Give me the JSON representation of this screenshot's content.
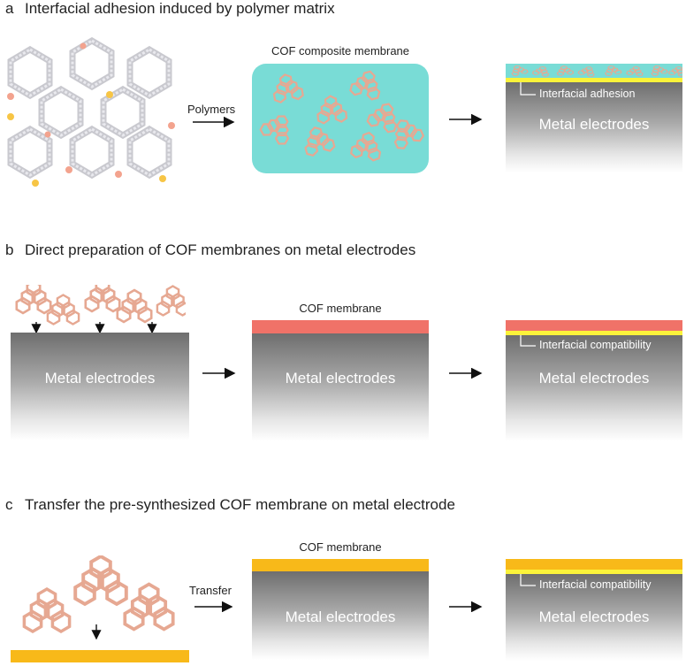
{
  "panel_a": {
    "letter": "a",
    "title": "Interfacial adhesion induced by polymer matrix",
    "arrow1_label": "Polymers",
    "composite_label": "COF composite membrane",
    "interface_label": "Interfacial adhesion",
    "electrode_label": "Metal electrodes"
  },
  "panel_b": {
    "letter": "b",
    "title": "Direct preparation of COF membranes on metal electrodes",
    "electrode_label_1": "Metal electrodes",
    "membrane_label": "COF membrane",
    "electrode_label_2": "Metal electrodes",
    "interface_label": "Interfacial compatibility",
    "electrode_label_3": "Metal electrodes"
  },
  "panel_c": {
    "letter": "c",
    "title": "Transfer the pre-synthesized COF membrane on metal electrode",
    "arrow1_label": "Transfer",
    "membrane_label": "COF membrane",
    "electrode_label_2": "Metal electrodes",
    "interface_label": "Interfacial compatibility",
    "electrode_label_3": "Metal electrodes"
  },
  "colors": {
    "composite_membrane": "#79dcd6",
    "cof_membrane_b": "#f07268",
    "cof_membrane_c": "#f8b919",
    "interface_layer": "#fbf33a",
    "cof_flake": "#e8b8a8"
  }
}
